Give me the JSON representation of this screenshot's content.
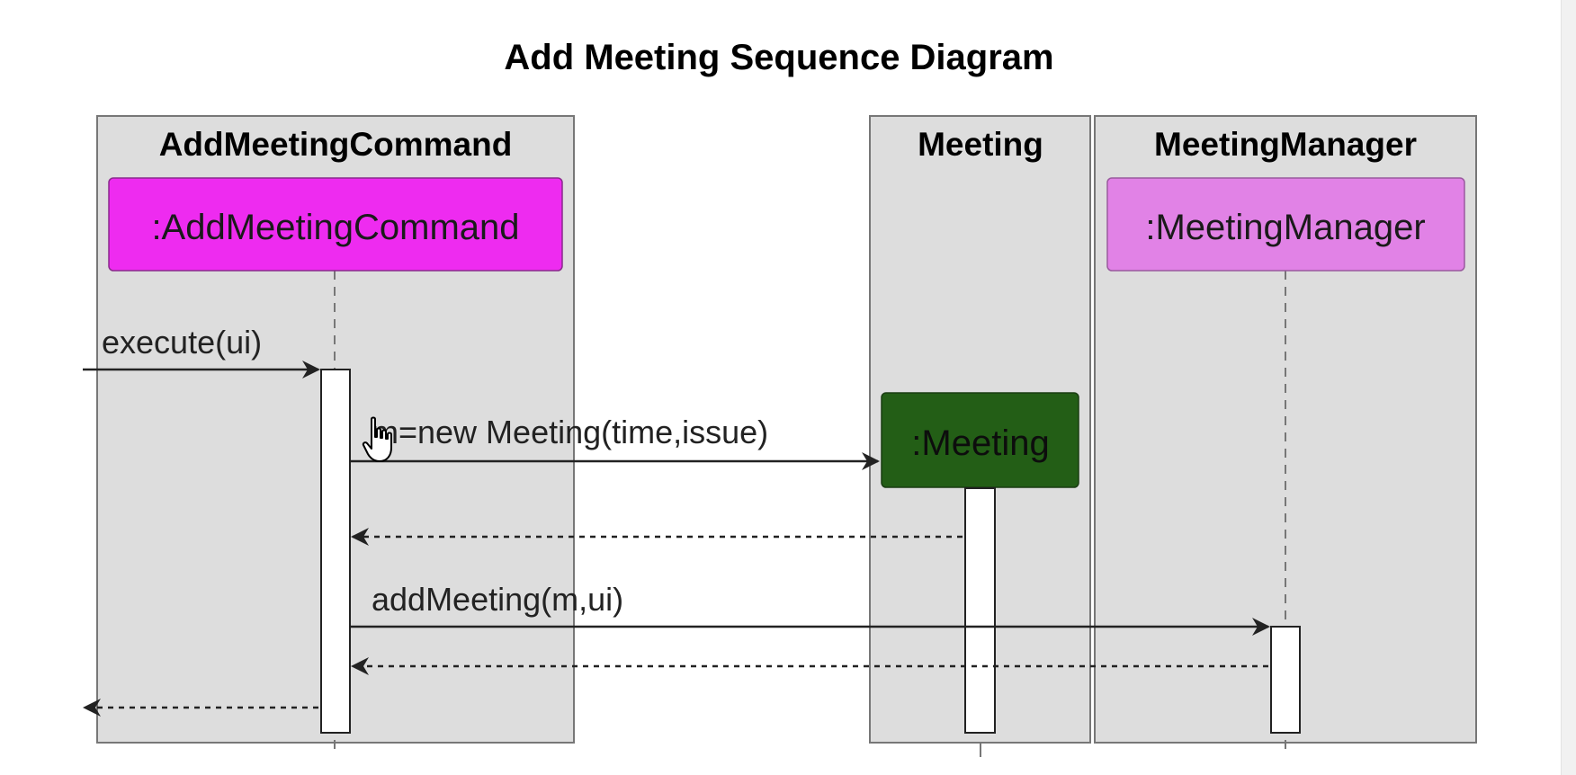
{
  "diagram": {
    "title": "Add Meeting Sequence Diagram",
    "colors": {
      "box_fill": "#dddddd",
      "box_border": "#777777",
      "add_meeting_command": "#ee2bf0",
      "meeting": "#235e16",
      "meeting_manager": "#e182e6",
      "activation_fill": "#ffffff",
      "line": "#222222"
    },
    "boxes": [
      {
        "id": "box-add-meeting-command",
        "title": "AddMeetingCommand"
      },
      {
        "id": "box-meeting",
        "title": "Meeting"
      },
      {
        "id": "box-meeting-manager",
        "title": "MeetingManager"
      }
    ],
    "participants": [
      {
        "id": "add-meeting-command",
        "label": ":AddMeetingCommand"
      },
      {
        "id": "meeting",
        "label": ":Meeting"
      },
      {
        "id": "meeting-manager",
        "label": ":MeetingManager"
      }
    ],
    "messages": [
      {
        "id": "execute",
        "label": "execute(ui)",
        "from": "external",
        "to": "add-meeting-command",
        "kind": "call"
      },
      {
        "id": "create-meeting",
        "label": "m=new Meeting(time,issue)",
        "from": "add-meeting-command",
        "to": "meeting",
        "kind": "create"
      },
      {
        "id": "meeting-return",
        "label": "",
        "from": "meeting",
        "to": "add-meeting-command",
        "kind": "return"
      },
      {
        "id": "add-meeting",
        "label": "addMeeting(m,ui)",
        "from": "add-meeting-command",
        "to": "meeting-manager",
        "kind": "call"
      },
      {
        "id": "manager-return",
        "label": "",
        "from": "meeting-manager",
        "to": "add-meeting-command",
        "kind": "return"
      },
      {
        "id": "final-return",
        "label": "",
        "from": "add-meeting-command",
        "to": "external",
        "kind": "return"
      }
    ]
  }
}
